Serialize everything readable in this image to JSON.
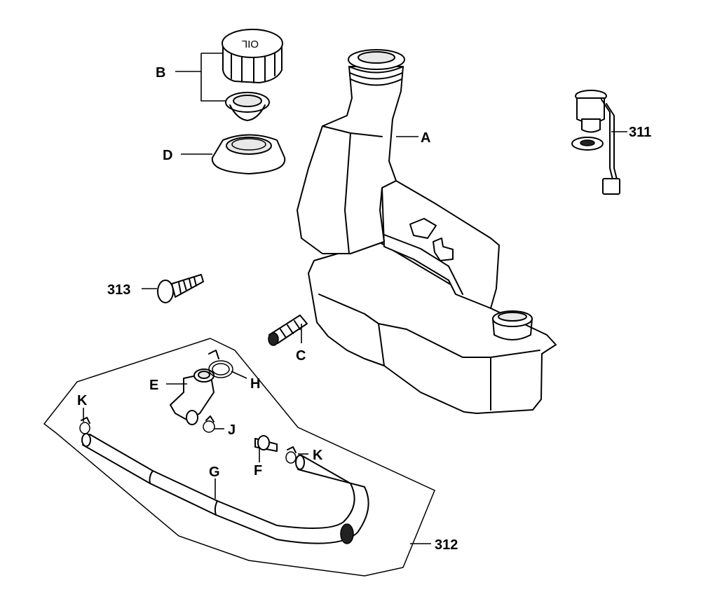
{
  "labels": {
    "A": "A",
    "B": "B",
    "C": "C",
    "D": "D",
    "E": "E",
    "F": "F",
    "G": "G",
    "H": "H",
    "J": "J",
    "K_left": "K",
    "K_right": "K",
    "p311": "311",
    "p312": "312",
    "p313": "313"
  },
  "cap_text": "OIL"
}
